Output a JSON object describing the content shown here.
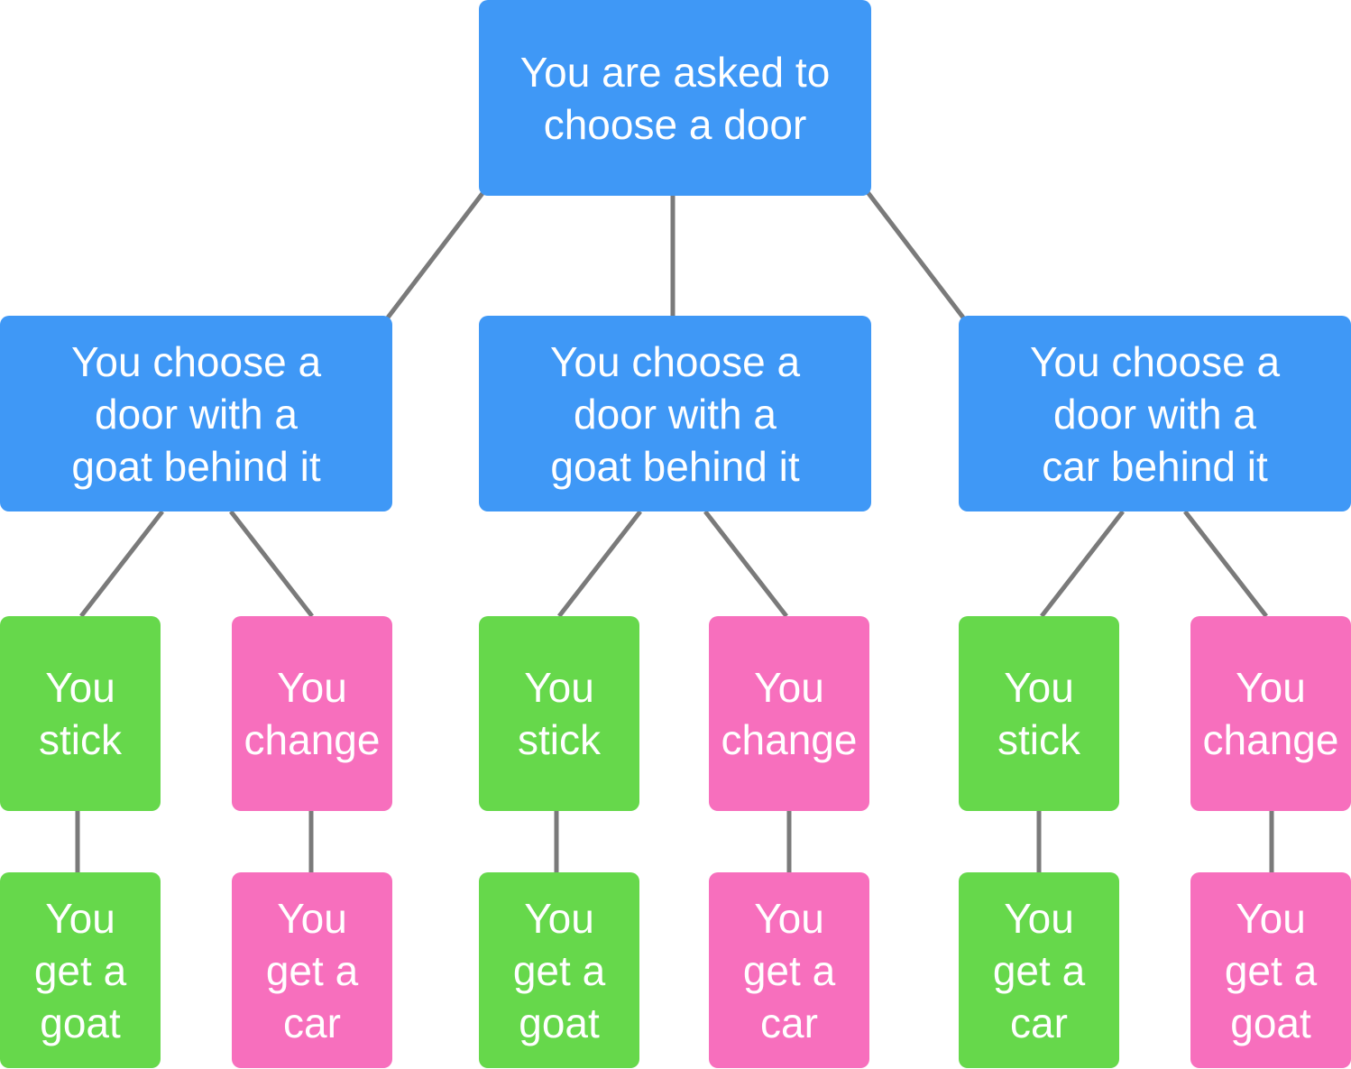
{
  "colors": {
    "decision": "#3f98f6",
    "stick": "#66d84b",
    "change": "#f76fbd",
    "connector": "#7a7a7a"
  },
  "tree": {
    "root": "You are asked to\nchoose a door",
    "choices": [
      {
        "label": "You choose a\ndoor with a\ngoat behind it",
        "stick": "You\nstick",
        "change": "You\nchange",
        "stick_result": "You\nget a\ngoat",
        "change_result": "You\nget a\ncar"
      },
      {
        "label": "You choose a\ndoor with a\ngoat behind it",
        "stick": "You\nstick",
        "change": "You\nchange",
        "stick_result": "You\nget a\ngoat",
        "change_result": "You\nget a\ncar"
      },
      {
        "label": "You choose a\ndoor with a\ncar behind it",
        "stick": "You\nstick",
        "change": "You\nchange",
        "stick_result": "You\nget a\ncar",
        "change_result": "You\nget a\ngoat"
      }
    ]
  }
}
